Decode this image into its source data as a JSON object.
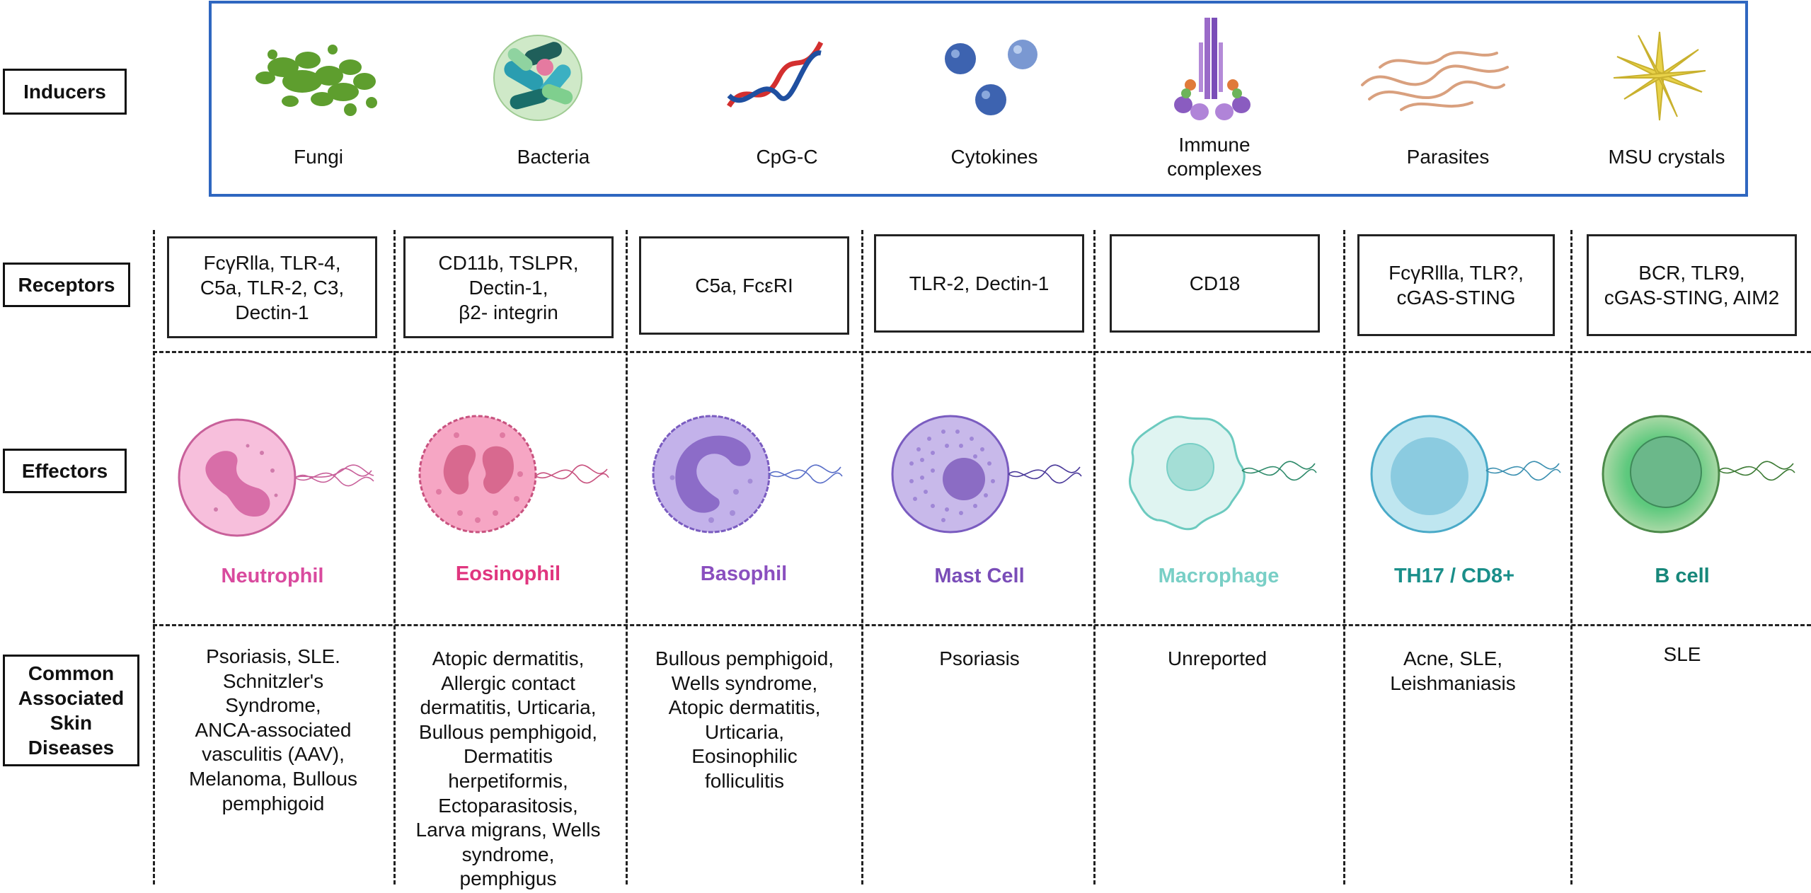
{
  "row_labels": {
    "inducers": "Inducers",
    "receptors": "Receptors",
    "effectors": "Effectors",
    "diseases": "Common\nAssociated\nSkin\nDiseases"
  },
  "inducers": [
    {
      "label": "Fungi",
      "icon": "fungi-icon"
    },
    {
      "label": "Bacteria",
      "icon": "bacteria-icon"
    },
    {
      "label": "CpG-C",
      "icon": "dna-icon"
    },
    {
      "label": "Cytokines",
      "icon": "cytokines-icon"
    },
    {
      "label": "Immune\ncomplexes",
      "icon": "immune-complex-icon"
    },
    {
      "label": "Parasites",
      "icon": "parasites-icon"
    },
    {
      "label": "MSU crystals",
      "icon": "crystals-icon"
    }
  ],
  "columns": [
    {
      "receptor": "FcγRlla, TLR-4,\nC5a, TLR-2, C3,\nDectin-1",
      "cell": "Neutrophil",
      "color": "#d94a9e",
      "disease": "Psoriasis, SLE.\nSchnitzler's\nSyndrome,\nANCA-associated\nvasculitis (AAV),\nMelanoma, Bullous\npemphigoid"
    },
    {
      "receptor": "CD11b, TSLPR,\nDectin-1,\nβ2- integrin",
      "cell": "Eosinophil",
      "color": "#e0367f",
      "disease": "Atopic dermatitis,\nAllergic contact\ndermatitis, Urticaria,\nBullous pemphigoid,\nDermatitis\nherpetiformis,\nEctoparasitosis,\nLarva migrans, Wells\nsyndrome,\npemphigus"
    },
    {
      "receptor": "C5a,  FcεRI",
      "cell": "Basophil",
      "color": "#8a4fbf",
      "disease": "Bullous pemphigoid,\nWells syndrome,\nAtopic dermatitis,\nUrticaria,\nEosinophilic\nfolliculitis"
    },
    {
      "receptor": "TLR-2, Dectin-1",
      "cell": "Mast Cell",
      "color": "#7a4db8",
      "disease": "Psoriasis"
    },
    {
      "receptor": "CD18",
      "cell": "Macrophage",
      "color": "#79cfc6",
      "disease": "Unreported"
    },
    {
      "receptor": "FcγRllla, TLR?,\ncGAS-STING",
      "cell": "TH17 / CD8+",
      "color": "#1a8f8a",
      "disease": "Acne, SLE,\nLeishmaniasis"
    },
    {
      "receptor": "BCR, TLR9,\ncGAS-STING, AIM2",
      "cell": "B cell",
      "color": "#17877a",
      "disease": "SLE"
    }
  ],
  "colors": {
    "inducer_frame": "#2f67c0",
    "fungi": "#5e9e2e",
    "dna_red": "#d32f2f",
    "dna_blue": "#1f4fa0",
    "cytokine": "#3d63b0",
    "parasite": "#d9a07e",
    "crystal": "#e8d24a"
  }
}
